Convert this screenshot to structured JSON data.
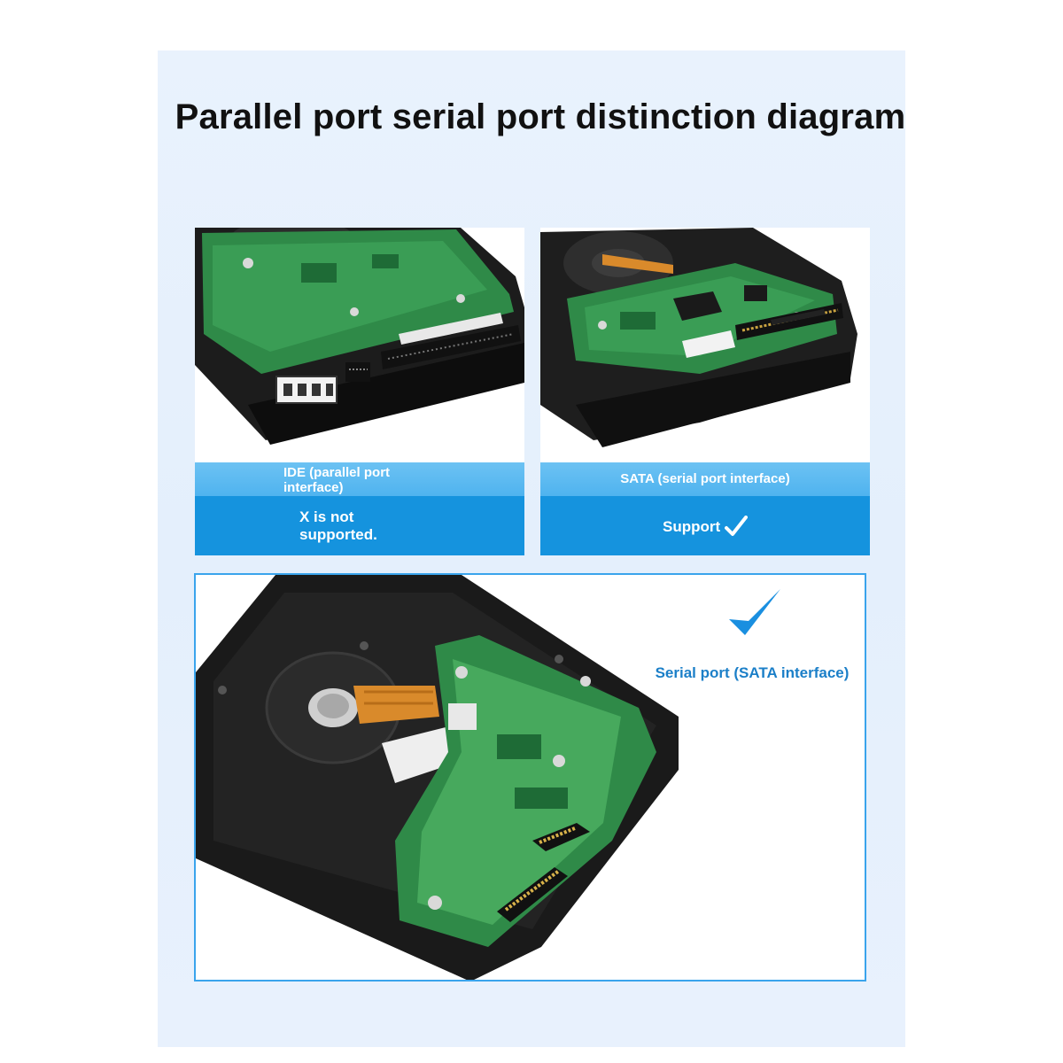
{
  "title": "Parallel port serial port distinction diagram",
  "ide_card": {
    "caption": "IDE (parallel port interface)",
    "status": "X is not supported."
  },
  "sata_card": {
    "caption": "SATA (serial port interface)",
    "status": "Support",
    "status_icon": "checkmark-icon"
  },
  "feature": {
    "label": "Serial port (SATA interface)",
    "icon": "checkmark-icon"
  },
  "colors": {
    "accent_blue": "#1593de",
    "light_blue": "#6cc2f3",
    "label_blue": "#1b7fc8",
    "background": "#e6f0fc"
  }
}
